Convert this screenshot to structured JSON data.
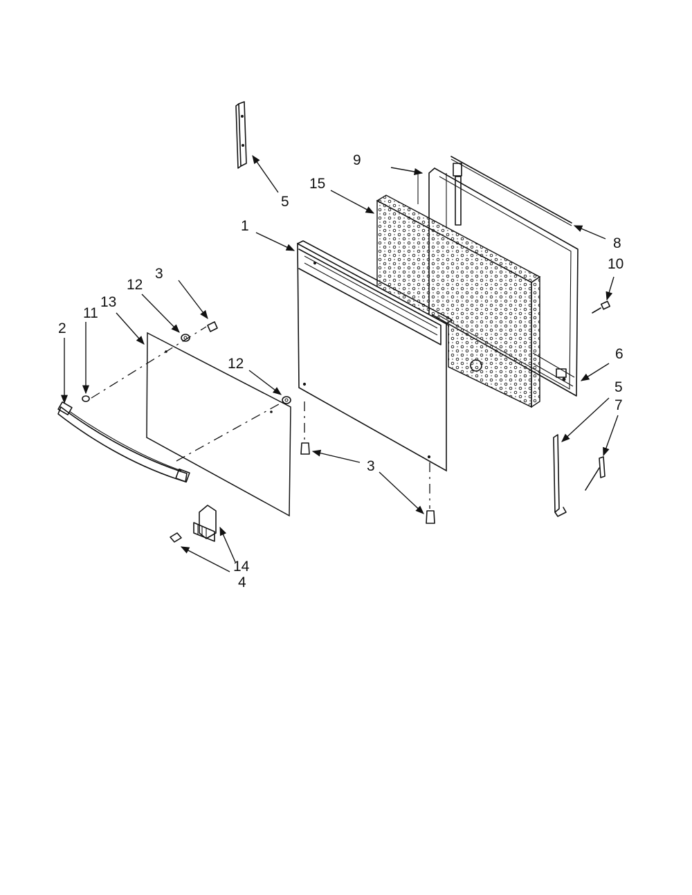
{
  "callouts": {
    "c1": "1",
    "c2": "2",
    "c3a": "3",
    "c3b": "3",
    "c4": "4",
    "c5a": "5",
    "c5b": "5",
    "c6": "6",
    "c7": "7",
    "c8": "8",
    "c9": "9",
    "c10": "10",
    "c11": "11",
    "c12a": "12",
    "c12b": "12",
    "c13": "13",
    "c14": "14",
    "c15": "15"
  }
}
